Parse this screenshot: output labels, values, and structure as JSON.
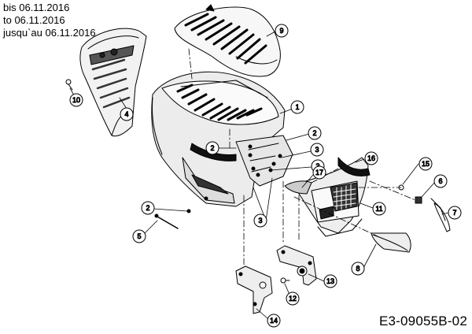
{
  "header": {
    "lines": [
      "bis 06.11.2016",
      "to 06.11.2016",
      "jusqu`au 06.11.2016"
    ]
  },
  "document_id": "E3-09055B-02",
  "callouts": [
    {
      "label": "9"
    },
    {
      "label": "1"
    },
    {
      "label": "2"
    },
    {
      "label": "2"
    },
    {
      "label": "3"
    },
    {
      "label": "3"
    },
    {
      "label": "4"
    },
    {
      "label": "10"
    },
    {
      "label": "2"
    },
    {
      "label": "5"
    },
    {
      "label": "17"
    },
    {
      "label": "16"
    },
    {
      "label": "15"
    },
    {
      "label": "6"
    },
    {
      "label": "7"
    },
    {
      "label": "11"
    },
    {
      "label": "3"
    },
    {
      "label": "8"
    },
    {
      "label": "13"
    },
    {
      "label": "12"
    },
    {
      "label": "14"
    }
  ]
}
